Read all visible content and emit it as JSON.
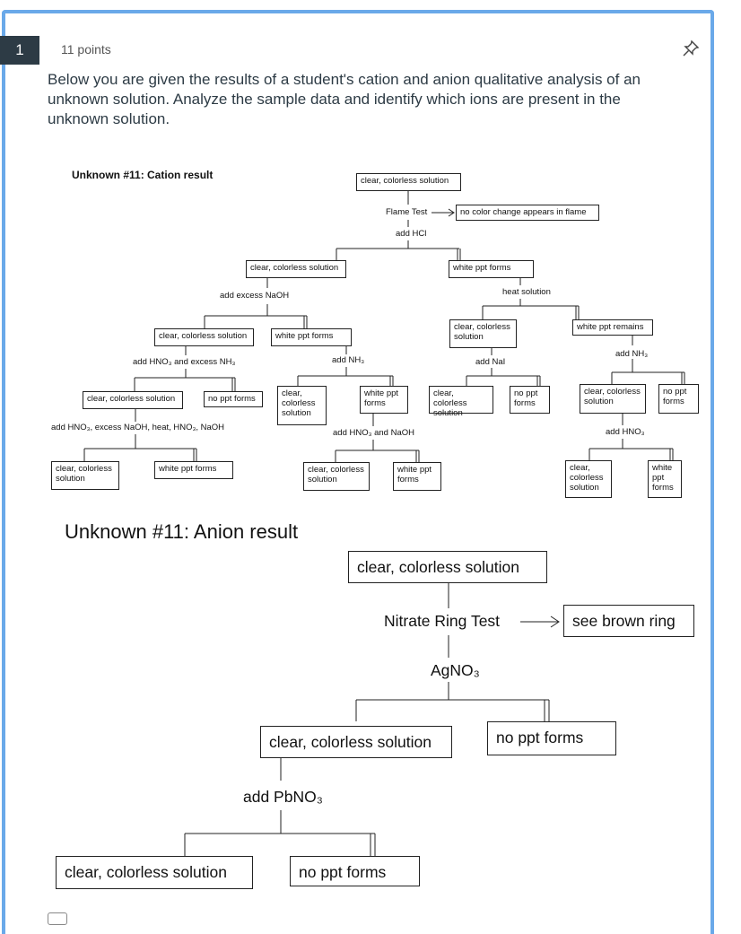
{
  "question": {
    "number": "1",
    "points": "11 points",
    "prompt": "Below you are given the results of a student's cation and anion qualitative analysis of an unknown solution. Analyze the sample data and identify which ions are present in the unknown solution."
  },
  "cation": {
    "heading": "Unknown #11: Cation result",
    "boxes": {
      "start": "clear, colorless solution",
      "flame_result": "no color change appears in flame",
      "hcl_clear": "clear, colorless solution",
      "hcl_white": "white ppt forms",
      "naoh_clear": "clear, colorless solution",
      "naoh_white": "white ppt forms",
      "heat_clear": "clear, colorless solution",
      "heat_white": "white ppt remains",
      "hno3nh3_clear": "clear, colorless solution",
      "hno3nh3_noppt": "no ppt forms",
      "nh3_clear": "clear, colorless solution",
      "nh3_white": "white ppt forms",
      "nai_clear": "clear, colorless solution",
      "nai_noppt": "no ppt forms",
      "whitenh3_clear": "clear, colorless solution",
      "whitenh3_noppt": "no ppt forms",
      "final1_clear": "clear, colorless solution",
      "final1_white": "white ppt forms",
      "final2_clear": "clear, colorless solution",
      "final2_white": "white ppt forms",
      "final3_clear": "clear, colorless solution",
      "final3_white": "white ppt forms"
    },
    "labels": {
      "flame": "Flame Test",
      "hcl": "add HCl",
      "naoh": "add excess NaOH",
      "heat": "heat solution",
      "hno3nh3": "add HNO₃ and excess NH₃",
      "nh3_a": "add NH₃",
      "nai": "add NaI",
      "nh3_b": "add NH₃",
      "long": "add HNO₃, excess NaOH, heat, HNO₃, NaOH",
      "hno3naoh": "add HNO₃ and NaOH",
      "hno3": "add HNO₃"
    }
  },
  "anion": {
    "heading": "Unknown #11: Anion result",
    "boxes": {
      "start": "clear, colorless solution",
      "ring_result": "see brown ring",
      "ag_clear": "clear, colorless solution",
      "ag_noppt": "no ppt forms",
      "pb_clear": "clear, colorless solution",
      "pb_noppt": "no ppt forms"
    },
    "labels": {
      "ring": "Nitrate Ring Test",
      "agno3": "AgNO₃",
      "pbno3": "add PbNO₃"
    }
  }
}
